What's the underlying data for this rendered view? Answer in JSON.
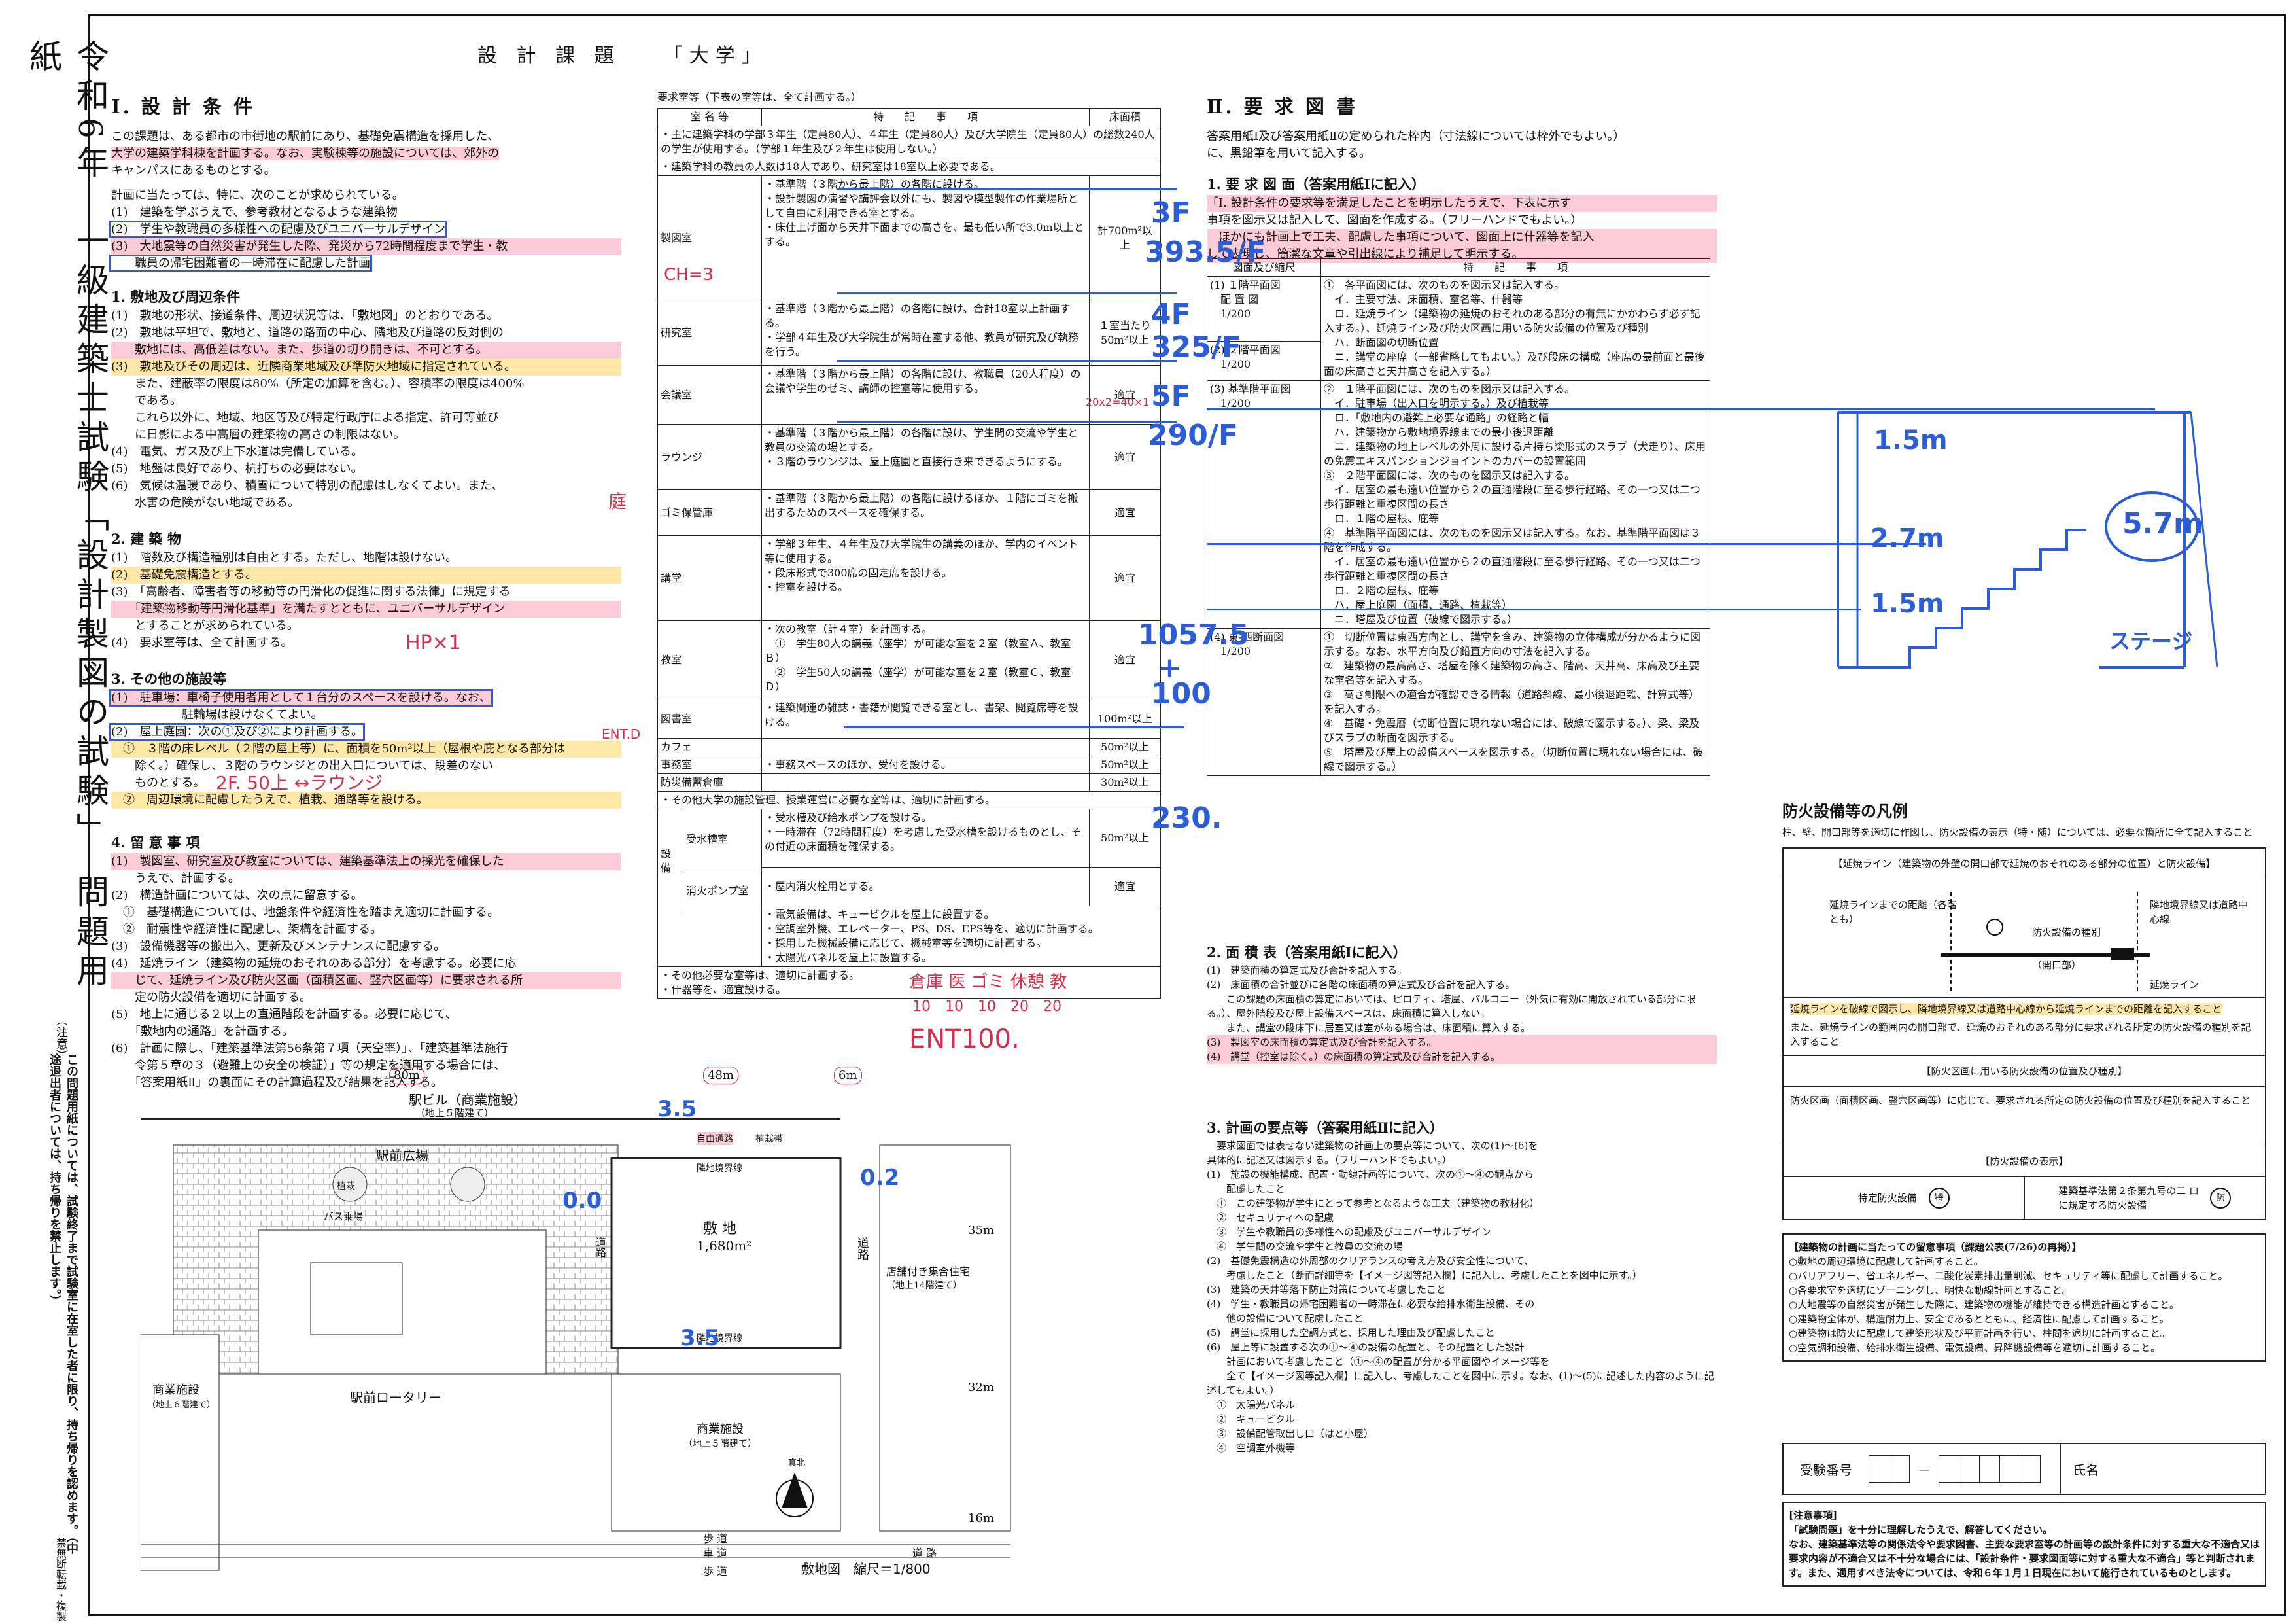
{
  "side": {
    "title": "令和6年　一級建築士試験「設計製図の試験」　問題用紙",
    "note_head": "（注意）",
    "note": "この問題用紙については、試験終了まで試験室に在室した者に限り、持ち帰りを認めます。（中途退出者については、持ち帰りを禁止します。）",
    "copyright": "禁無断転載・複製"
  },
  "header": {
    "title": "設 計 課 題",
    "subject": "「大学」"
  },
  "sec1": {
    "heading": "Ⅰ. 設 計 条 件",
    "intro": [
      "この課題は、ある都市の市街地の駅前にあり、基礎免震構造を採用した、",
      "大学の建築学科棟を計画する。なお、実験棟等の施設については、郊外の",
      "キャンパスにあるものとする。"
    ],
    "req_intro": "計画に当たっては、特に、次のことが求められている。",
    "reqs": [
      "(1)　建築を学ぶうえで、参考教材となるような建築物",
      "(2)　学生や教職員の多様性への配慮及びユニバーサルデザイン",
      "(3)　大地震等の自然災害が発生した際、発災から72時間程度まで学生・教",
      "　　職員の帰宅困難者の一時滞在に配慮した計画"
    ],
    "s1": {
      "heading": "1. 敷地及び周辺条件",
      "lines": [
        "(1)　敷地の形状、接道条件、周辺状況等は、「敷地図」のとおりである。",
        "(2)　敷地は平坦で、敷地と、道路の路面の中心、隣地及び道路の反対側の",
        "　　敷地には、高低差はない。また、歩道の切り開きは、不可とする。",
        "(3)　敷地及びその周辺は、近隣商業地域及び準防火地域に指定されている。",
        "　　また、建蔽率の限度は80%（所定の加算を含む。）、容積率の限度は400%",
        "　　である。",
        "　　これら以外に、地域、地区等及び特定行政庁による指定、許可等並び",
        "　　に日影による中高層の建築物の高さの制限はない。",
        "(4)　電気、ガス及び上下水道は完備している。",
        "(5)　地盤は良好であり、杭打ちの必要はない。",
        "(6)　気候は温暖であり、積雪について特別の配慮はしなくてよい。また、",
        "　　水害の危険がない地域である。"
      ]
    },
    "s2": {
      "heading": "2. 建 築 物",
      "lines": [
        "(1)　階数及び構造種別は自由とする。ただし、地階は設けない。",
        "(2)　基礎免震構造とする。",
        "(3)　「高齢者、障害者等の移動等の円滑化の促進に関する法律」に規定する",
        "　　「建築物移動等円滑化基準」を満たすとともに、ユニバーサルデザイン",
        "　　とすることが求められている。",
        "(4)　要求室等は、全て計画する。"
      ]
    },
    "s3": {
      "heading": "3. その他の施設等",
      "lines": [
        "(1)　駐車場：車椅子使用者用として１台分のスペースを設ける。なお、",
        "　　　　　　駐輪場は設けなくてよい。",
        "(2)　屋上庭園：次の①及び②により計画する。",
        "　①　３階の床レベル（２階の屋上等）に、面積を50m²以上（屋根や庇となる部分は",
        "　　除く。）確保し、３階のラウンジとの出入口については、段差のない",
        "　　ものとする。",
        "　②　周辺環境に配慮したうえで、植栽、通路等を設ける。"
      ]
    },
    "s4": {
      "heading": "4. 留 意 事 項",
      "lines": [
        "(1)　製図室、研究室及び教室については、建築基準法上の採光を確保した",
        "　　うえで、計画する。",
        "(2)　構造計画については、次の点に留意する。",
        "　①　基礎構造については、地盤条件や経済性を踏まえ適切に計画する。",
        "　②　耐震性や経済性に配慮し、架構を計画する。",
        "(3)　設備機器等の搬出入、更新及びメンテナンスに配慮する。",
        "(4)　延焼ライン（建築物の延焼のおそれのある部分）を考慮する。必要に応",
        "　　じて、延焼ライン及び防火区画（面積区画、竪穴区画等）に要求される所",
        "　　定の防火設備を適切に計画する。",
        "(5)　地上に通じる２以上の直通階段を計画する。必要に応じて、",
        "　　「敷地内の通路」を計画する。",
        "(6)　計画に際し、「建築基準法第56条第７項（天空率）」、「建築基準法施行",
        "　　令第５章の３（避難上の安全の検証）」等の規定を適用する場合には、",
        "　　「答案用紙Ⅱ」の裏面にその計算過程及び結果を記入する。"
      ]
    }
  },
  "rooms": {
    "caption": "要求室等（下表の室等は、全て計画する。）",
    "headers": [
      "室 名 等",
      "特　　記　　事　　項",
      "床面積"
    ],
    "lead1": "・主に建築学科の学部３年生（定員80人）、４年生（定員80人）及び大学院生（定員80人）の総数240人の学生が使用する。（学部１年生及び２年生は使用しない。）",
    "lead2": "・建築学科の教員の人数は18人であり、研究室は18室以上必要である。",
    "rows": [
      {
        "name": "製図室",
        "notes": "・基準階（３階から最上階）の各階に設ける。\n・設計製図の演習や講評会以外にも、製図や模型製作の作業場所として自由に利用できる室とする。\n・床仕上げ面から天井下面までの高さを、最も低い所で3.0m以上とする。",
        "area": "計700m²以上"
      },
      {
        "name": "研究室",
        "notes": "・基準階（３階から最上階）の各階に設け、合計18室以上計画する。\n・学部４年生及び大学院生が常時在室する他、教員が研究及び執務を行う。",
        "area": "１室当たり50m²以上"
      },
      {
        "name": "会議室",
        "notes": "・基準階（３階から最上階）の各階に設け、教職員（20人程度）の会議や学生のゼミ、講師の控室等に使用する。",
        "area": "適宜"
      },
      {
        "name": "ラウンジ",
        "notes": "・基準階（３階から最上階）の各階に設け、学生間の交流や学生と教員の交流の場とする。\n・３階のラウンジは、屋上庭園と直接行き来できるようにする。",
        "area": "適宜"
      },
      {
        "name": "ゴミ保管庫",
        "notes": "・基準階（３階から最上階）の各階に設けるほか、１階にゴミを搬出するためのスペースを確保する。",
        "area": "適宜"
      },
      {
        "name": "講堂",
        "notes": "・学部３年生、４年生及び大学院生の講義のほか、学内のイベント等に使用する。\n・段床形式で300席の固定席を設ける。\n・控室を設ける。",
        "area": "適宜"
      },
      {
        "name": "教室",
        "notes": "・次の教室（計４室）を計画する。\n　①　学生80人の講義（座学）が可能な室を２室（教室Ａ、教室Ｂ）\n　②　学生50人の講義（座学）が可能な室を２室（教室Ｃ、教室Ｄ）",
        "area": "適宜"
      },
      {
        "name": "図書室",
        "notes": "・建築関連の雑誌・書籍が閲覧できる室とし、書架、閲覧席等を設ける。",
        "area": "100m²以上"
      },
      {
        "name": "カフェ",
        "notes": "",
        "area": "50m²以上"
      },
      {
        "name": "事務室",
        "notes": "・事務スペースのほか、受付を設ける。",
        "area": "50m²以上"
      },
      {
        "name": "防災備蓄倉庫",
        "notes": "",
        "area": "30m²以上"
      }
    ],
    "other": "・その他大学の施設管理、授業運営に必要な室等は、適切に計画する。",
    "equip_label": "設備",
    "equip": [
      {
        "name": "受水槽室",
        "notes": "・受水槽及び給水ポンプを設ける。\n・一時滞在（72時間程度）を考慮した受水槽を設けるものとし、その付近の床面積を確保する。",
        "area": "50m²以上"
      },
      {
        "name": "消火ポンプ室",
        "notes": "・屋内消火栓用とする。",
        "area": "適宜"
      }
    ],
    "equip_more": [
      "・電気設備は、キュービクルを屋上に設置する。",
      "・空調室外機、エレベーター、PS、DS、EPS等を、適切に計画する。",
      "・採用した機械設備に応じて、機械室等を適切に計画する。",
      "・太陽光パネルを屋上に設置する。"
    ],
    "tail": [
      "・その他必要な室等は、適切に計画する。",
      "・什器等を、適宜設ける。"
    ]
  },
  "sec2": {
    "heading": "Ⅱ. 要 求 図 書",
    "intro": [
      "答案用紙Ⅰ及び答案用紙Ⅱの定められた枠内（寸法線については枠外でもよい。）",
      "に、黒鉛筆を用いて記入する。"
    ],
    "d1": {
      "heading": "1. 要 求 図 面（答案用紙Ⅰに記入）",
      "lines": [
        "「Ⅰ. 設計条件の要求等を満足したことを明示したうえで、下表に示す",
        "事項を図示又は記入して、図面を作成する。（フリーハンドでもよい。）",
        "　ほかにも計画上で工夫、配慮した事項について、図面上に什器等を記入",
        "して表現し、簡潔な文章や引出線により補足して明示する。"
      ]
    },
    "dtable_headers": [
      "図面及び縮尺",
      "特　　記　　事　　項"
    ],
    "drows": [
      {
        "name": "(1) １階平面図\n　配 置 図\n　1/200",
        "notes": "①　各平面図には、次のものを図示又は記入する。\n　イ．主要寸法、床面積、室名等、什器等\n　ロ．延焼ライン（建築物の延焼のおそれのある部分の有無にかかわらず必ず記入する。）、延焼ライン及び防火区画に用いる防火設備の位置及び種別\n　ハ．断面図の切断位置\n　ニ．講堂の座席（一部省略してもよい。）及び段床の構成（座席の最前面と最後面の床高さと天井高さを記入する。）"
      },
      {
        "name": "(2) ２階平面図\n　1/200",
        "notes": ""
      },
      {
        "name": "(3) 基準階平面図\n　1/200",
        "notes": "②　１階平面図には、次のものを図示又は記入する。\n　イ．駐車場（出入口を明示する。）及び植栽等\n　ロ．「敷地内の避難上必要な通路」の経路と幅\n　ハ．建築物から敷地境界線までの最小後退距離\n　ニ．建築物の地上レベルの外周に設ける片持ち梁形式のスラブ（犬走り）、床用の免震エキスパンションジョイントのカバーの設置範囲\n③　２階平面図には、次のものを図示又は記入する。\n　イ．居室の最も遠い位置から２の直通階段に至る歩行経路、その一つ又は二つ歩行距離と重複区間の長さ\n　ロ．１階の屋根、庇等\n④　基準階平面図には、次のものを図示又は記入する。なお、基準階平面図は３階を作成する。\n　イ．居室の最も遠い位置から２の直通階段に至る歩行経路、その一つ又は二つ歩行距離と重複区間の長さ\n　ロ．２階の屋根、庇等\n　ハ．屋上庭園（面積、通路、植栽等）\n　ニ．塔屋及び位置（破線で図示する。）"
      },
      {
        "name": "(4) 東-西断面図\n　1/200",
        "notes": "①　切断位置は東西方向とし、講堂を含み、建築物の立体構成が分かるように図示する。なお、水平方向及び鉛直方向の寸法を記入する。\n②　建築物の最高高さ、塔屋を除く建築物の高さ、階高、天井高、床高及び主要な室名等を記入する。\n③　高さ制限への適合が確認できる情報（道路斜線、最小後退距離、計算式等）を記入する。\n④　基礎・免震層（切断位置に現れない場合には、破線で図示する。）、梁、梁及びスラブの断面を図示する。\n⑤　塔屋及び屋上の設備スペースを図示する。（切断位置に現れない場合には、破線で図示する。）"
      }
    ],
    "d2": {
      "heading": "2. 面 積 表（答案用紙Ⅰに記入）",
      "lines": [
        "(1)　建築面積の算定式及び合計を記入する。",
        "(2)　床面積の合計並びに各階の床面積の算定式及び合計を記入する。",
        "　　この課題の床面積の算定においては、ピロティ、塔屋、バルコニー（外気に有効に開放されている部分に限る。）、屋外階段及び屋上設備スペースは、床面積に算入しない。",
        "　　また、講堂の段床下に居室又は室がある場合は、床面積に算入する。",
        "(3)　製図室の床面積の算定式及び合計を記入する。",
        "(4)　講堂（控室は除く。）の床面積の算定式及び合計を記入する。"
      ]
    },
    "d3": {
      "heading": "3. 計画の要点等（答案用紙Ⅱに記入）",
      "lines": [
        "　要求図面では表せない建築物の計画上の要点等について、次の(1)～(6)を",
        "具体的に記述又は図示する。（フリーハンドでもよい。）",
        "(1)　施設の機能構成、配置・動線計画等について、次の①～④の観点から",
        "　　配慮したこと",
        "　①　この建築物が学生にとって参考となるような工夫（建築物の教材化）",
        "　②　セキュリティへの配慮",
        "　③　学生や教職員の多様性への配慮及びユニバーサルデザイン",
        "　④　学生間の交流や学生と教員の交流の場",
        "(2)　基礎免震構造の外周部のクリアランスの考え方及び安全性について、",
        "　　考慮したこと（断面詳細等を【イメージ図等記入欄】に記入し、考慮したことを図中に示す。）",
        "(3)　建築の天井等落下防止対策について考慮したこと",
        "(4)　学生・教職員の帰宅困難者の一時滞在に必要な給排水衛生設備、その",
        "　　他の設備について配慮したこと",
        "(5)　講堂に採用した空調方式と、採用した理由及び配慮したこと",
        "(6)　屋上等に設置する次の①～④の設備の配置と、その配置とした設計",
        "　　計画において考慮したこと（①～④の配置が分かる平面図やイメージ等を",
        "　　全て【イメージ図等記入欄】に記入し、考慮したことを図中に示す。なお、(1)～(5)に記述した内容のように記述してもよい。）",
        "　①　太陽光パネル",
        "　②　キュービクル",
        "　③　設備配管取出し口（はと小屋）",
        "　④　空調室外機等"
      ]
    }
  },
  "legend": {
    "title": "防火設備等の凡例",
    "intro": "柱、壁、開口部等を適切に作図し、防火設備の表示（特・随）については、必要な箇所に全て記入すること",
    "sub1": "【延焼ライン（建築物の外壁の開口部で延焼のおそれのある部分の位置）と防火設備】",
    "lbl_a": "延焼ラインまでの距離（各階とも）",
    "lbl_b": "隣地境界線又は道路中心線",
    "lbl_c": "防火設備の種別",
    "lbl_d": "（開口部）",
    "lbl_e": "延焼ライン",
    "note1": "延焼ラインを破線で図示し、隣地境界線又は道路中心線から延焼ラインまでの距離を記入すること",
    "note2": "また、延焼ラインの範囲内の開口部で、延焼のおそれのある部分に要求される所定の防火設備の種別を記入すること",
    "sub2": "【防火区画に用いる防火設備の位置及び種別】",
    "note3": "防火区画（面積区画、竪穴区画等）に応じて、要求される所定の防火設備の位置及び種別を記入すること",
    "sub3": "【防火設備の表示】",
    "sym1": "特定防火設備",
    "sym1_mark": "特",
    "sym2": "建築基準法第２条第九号の二 ロ に規定する防火設備",
    "sym2_mark": "防"
  },
  "caution": {
    "title": "【建築物の計画に当たっての留意事項（課題公表(7/26)の再掲）】",
    "items": [
      "○敷地の周辺環境に配慮して計画すること。",
      "○バリアフリー、省エネルギー、二酸化炭素排出量削減、セキュリティ等に配慮して計画すること。",
      "○各要求室を適切にゾーニングし、明快な動線計画とすること。",
      "○大地震等の自然災害が発生した際に、建築物の機能が維持できる構造計画とすること。",
      "○建築物全体が、構造耐力上、安全であるとともに、経済性に配慮して計画すること。",
      "○建築物は防火に配慮して建築形状及び平面計画を行い、柱間を適切に計画すること。",
      "○空気調和設備、給排水衛生設備、電気設備、昇降機設備等を適切に計画すること。"
    ]
  },
  "exam": {
    "number_label": "受験番号",
    "dash": "－",
    "name_label": "氏名"
  },
  "notice": {
    "title": "[注意事項]",
    "lines": [
      "「試験問題」を十分に理解したうえで、解答してください。",
      "なお、建築基準法等の関係法令や要求図書、主要な要求室等の計画等の設計条件に対する重大な不適合又は要求内容が不適合又は不十分な場合には、「設計条件・要求図面等に対する重大な不適合」等と判断されます。また、適用すべき法令については、令和６年１月１日現在において施行されているものとします。"
    ]
  },
  "site": {
    "dim_top": "80m",
    "dim_mid": "48m",
    "dim_right": "6m",
    "dim_side": "35m",
    "dim_bottom": "32m",
    "dim_road": "16m",
    "station_bldg": "駅ビル（商業施設）",
    "station_floors": "（地上５階建て）",
    "plaza": "駅前広場",
    "rotary": "駅前ロータリー",
    "bus": "バス乗場",
    "tree": "植栽",
    "commercial_left": "商業施設",
    "commercial_left_floors": "（地上６階建て）",
    "commercial_bottom": "商業施設",
    "commercial_bottom_floors": "（地上５階建て）",
    "shop_house": "店舗付き集合住宅",
    "shop_house_floors": "（地上14階建て）",
    "site_label": "敷 地",
    "site_area": "1,680m²",
    "border_top": "隣地境界線",
    "border_bottom": "隣地境界線",
    "road_left": "道路",
    "road_right": "道路",
    "bike": "自由通路",
    "planting": "植栽帯",
    "sidewalk": "歩 道",
    "roadway": "車 道",
    "sidewalk2": "歩 道",
    "road": "道 路",
    "north": "真北",
    "caption": "敷地図　縮尺＝1/800"
  },
  "annotations": {
    "a1": "3F",
    "a2": "393.5/F",
    "a3": "4F",
    "a4": "325/F",
    "a5": "5F",
    "a6": "290/F",
    "a7": "1057.5",
    "a8": "+",
    "a9": "100",
    "a10": "230.",
    "h1": "1.5m",
    "h2": "2.7m",
    "h3": "1.5m",
    "h4": "5.7m",
    "stage": "ステージ",
    "m1": "3.5",
    "m2": "3.5",
    "m3": "0.0",
    "m4": "0.2",
    "r_hp": "HP×1",
    "r_2f": "2F. 50上 ↔ラウンジ",
    "r_ent100": "ENT100.",
    "r_store": "倉庫 医 ゴミ 休憩 教",
    "r_store_v": "10　10　10　20　20",
    "r_niwa": "庭",
    "r_ent": "ENT.D",
    "ch3": "CH=3",
    "lounge_sub": "20x2=40×1"
  }
}
